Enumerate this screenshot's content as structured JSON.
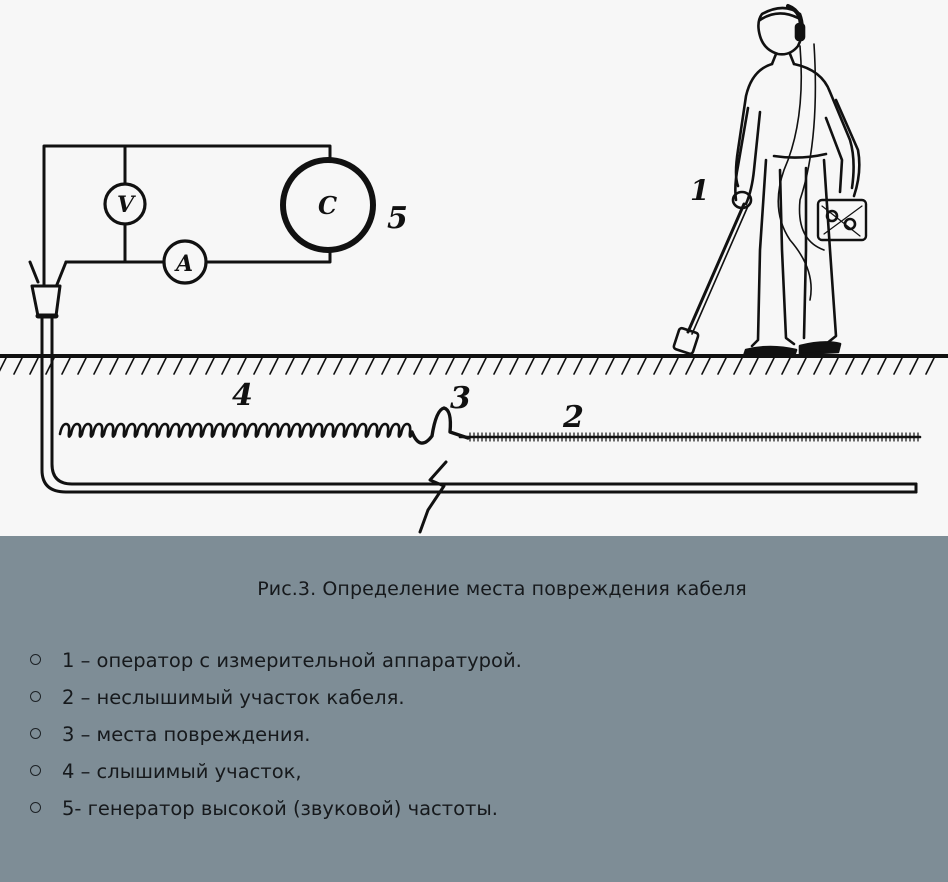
{
  "figure": {
    "labels": {
      "voltmeter": "V",
      "ammeter": "A",
      "generator": "C",
      "n1": "1",
      "n2": "2",
      "n3": "3",
      "n4": "4",
      "n5": "5"
    }
  },
  "caption": {
    "title": "Рис.3. Определение места повреждения кабеля",
    "items": [
      {
        "text": "1 – оператор с измерительной аппаратурой."
      },
      {
        "text": "2 – неслышимый участок кабеля."
      },
      {
        "text": "3 – места повреждения."
      },
      {
        "text": "4 – слышимый участок,"
      },
      {
        "text": "5- генератор высокой (звуковой) частоты."
      }
    ]
  },
  "colors": {
    "figure_bg": "#f7f7f7",
    "caption_bg": "#7e8d96",
    "ink": "#111111"
  }
}
